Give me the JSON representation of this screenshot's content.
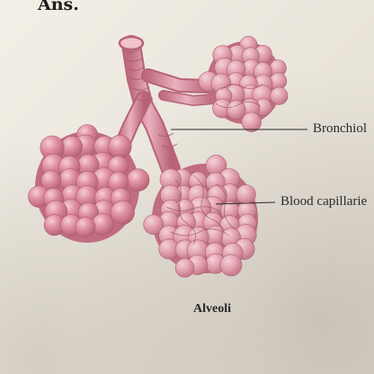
{
  "heading": "Ans.",
  "figure": {
    "labels": {
      "bronchiole": "Bronchiol",
      "capillaries": "Blood capillarie"
    },
    "caption": "Alveoli"
  },
  "colors": {
    "alveolus": "#d98597",
    "alveolus_light": "#efb9c4",
    "alveolus_dark": "#b25e70",
    "capillary": "#9e4a5c",
    "leader_line": "#2a2a2a",
    "paper": "#ece7dd"
  }
}
